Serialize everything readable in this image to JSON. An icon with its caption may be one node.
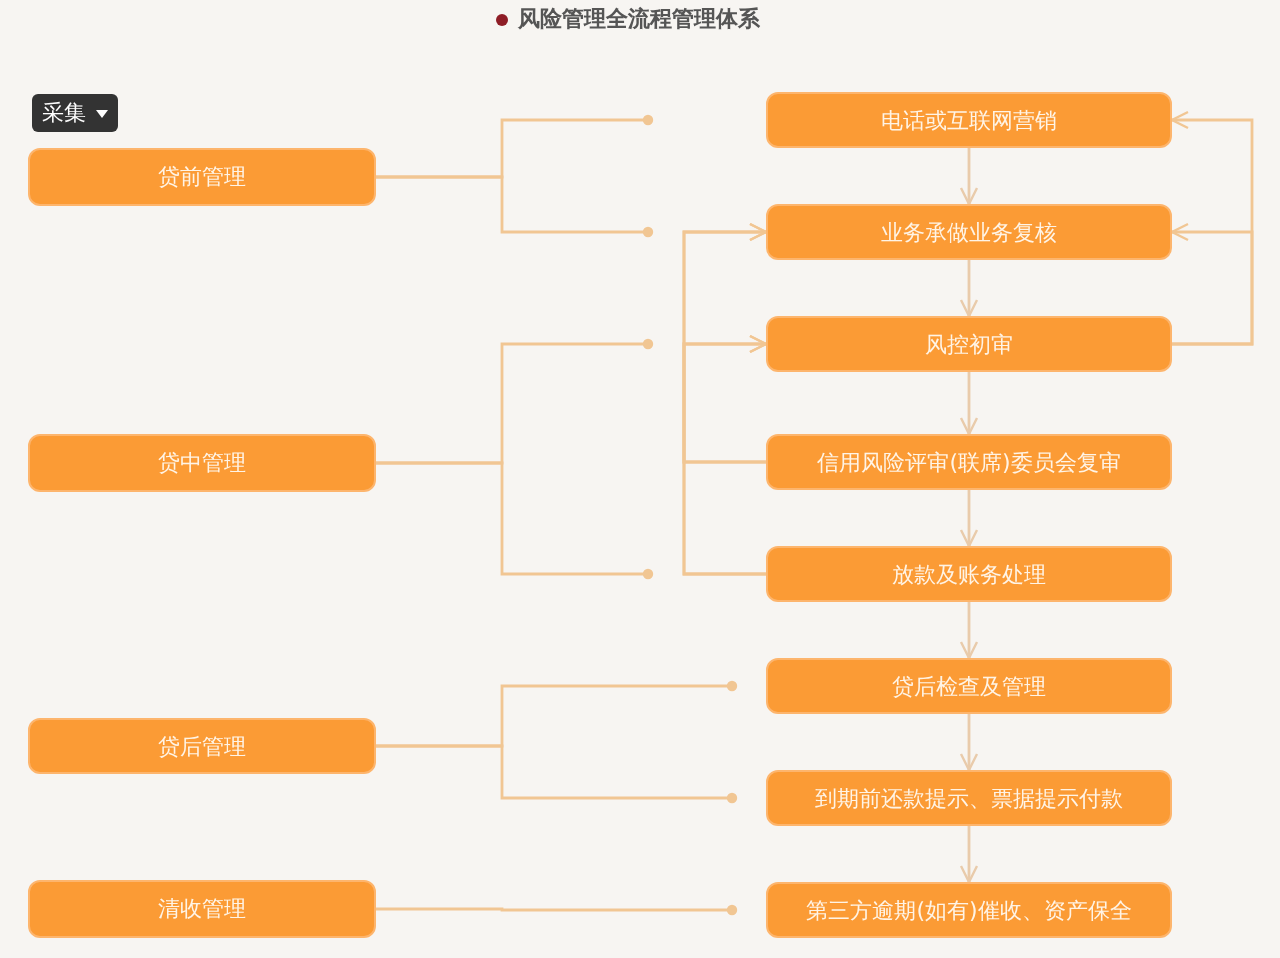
{
  "diagram": {
    "title": "风险管理全流程管理体系",
    "nodes": [
      {
        "text": [
          "贷前管理"
        ]
      },
      {
        "text": [
          "贷中管理"
        ]
      },
      {
        "text": [
          "贷后管理"
        ]
      },
      {
        "text": [
          "清收管理"
        ]
      },
      {
        "text": [
          "电话或互联网营销"
        ]
      },
      {
        "text": [
          "业务承做业务复核"
        ]
      },
      {
        "text": [
          "风控初审"
        ]
      },
      {
        "text": [
          "信用风险评审(联席)委员会复审"
        ]
      },
      {
        "text": [
          "放款及账务处理"
        ]
      },
      {
        "text": [
          "贷后检查及管理"
        ]
      },
      {
        "text": [
          "到期前还款提示、票据提示付款"
        ]
      },
      {
        "text": [
          "第三方逾期(如有)催收、资产保全"
        ]
      }
    ],
    "edges": [
      {
        "from": 0,
        "to": null,
        "arrow": "other"
      },
      {
        "from": 0,
        "to": null,
        "arrow": "other"
      },
      {
        "from": 1,
        "to": null,
        "arrow": "other"
      },
      {
        "from": 1,
        "to": null,
        "arrow": "other"
      },
      {
        "from": 2,
        "to": 9,
        "arrow": "other"
      },
      {
        "from": 2,
        "to": 10,
        "arrow": "other"
      },
      {
        "from": 3,
        "to": 11,
        "arrow": "other"
      },
      {
        "from": 4,
        "to": 5,
        "arrow": "to"
      },
      {
        "from": 5,
        "to": 6,
        "arrow": "to"
      },
      {
        "from": 6,
        "to": 7,
        "arrow": "to"
      },
      {
        "from": 7,
        "to": 8,
        "arrow": "to"
      },
      {
        "from": 8,
        "to": 9,
        "arrow": "to"
      },
      {
        "from": 9,
        "to": 10,
        "arrow": "to"
      },
      {
        "from": 10,
        "to": 11,
        "arrow": "to"
      },
      {
        "from": 6,
        "to": 4,
        "arrow": "to"
      },
      {
        "from": 6,
        "to": 5,
        "arrow": "to"
      },
      {
        "from": 7,
        "to": 5,
        "arrow": "to"
      },
      {
        "from": 7,
        "to": 6,
        "arrow": "to"
      },
      {
        "from": 8,
        "to": 5,
        "arrow": "to"
      },
      {
        "from": 8,
        "to": 6,
        "arrow": "to"
      }
    ],
    "labels": [
      "采集"
    ]
  }
}
